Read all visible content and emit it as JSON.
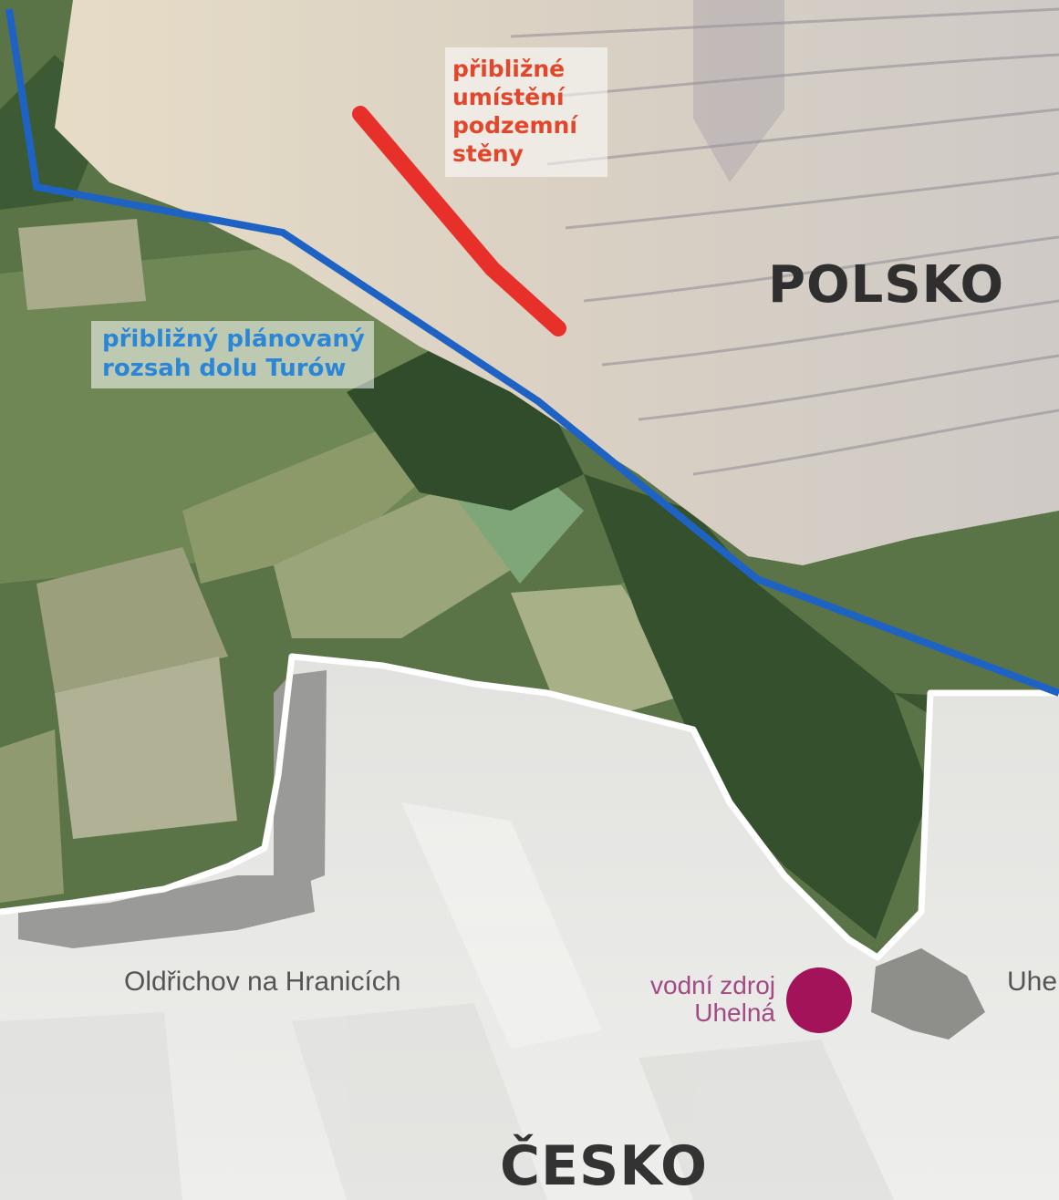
{
  "map": {
    "labels": {
      "wall": [
        "přibližné",
        "umístění",
        "podzemní",
        "stěny"
      ],
      "mine_extent": [
        "přibližný plánovaný",
        "rozsah dolu Turów"
      ],
      "country_pl": "POLSKO",
      "country_cz": "ČESKO",
      "village_oldrichov": "Oldřichov na Hranicích",
      "village_uhelna": "Uhe",
      "water_source": [
        "vodní zdroj",
        "Uhelná"
      ]
    },
    "colors": {
      "wall_line": "#e8302b",
      "wall_label": "#e2472c",
      "mine_boundary": "#1e63c4",
      "mine_label": "#2c86d6",
      "water_source": "#a3135a",
      "water_label": "#a34a85",
      "border": "#ffffff",
      "czech_area": "#e6e6e4",
      "village_area": "#9a9a98",
      "forest": "#3f5a34",
      "field": "#7f9460",
      "mine_pit": "#e3d9c4"
    },
    "icons": [
      "water-source-marker-icon"
    ]
  }
}
